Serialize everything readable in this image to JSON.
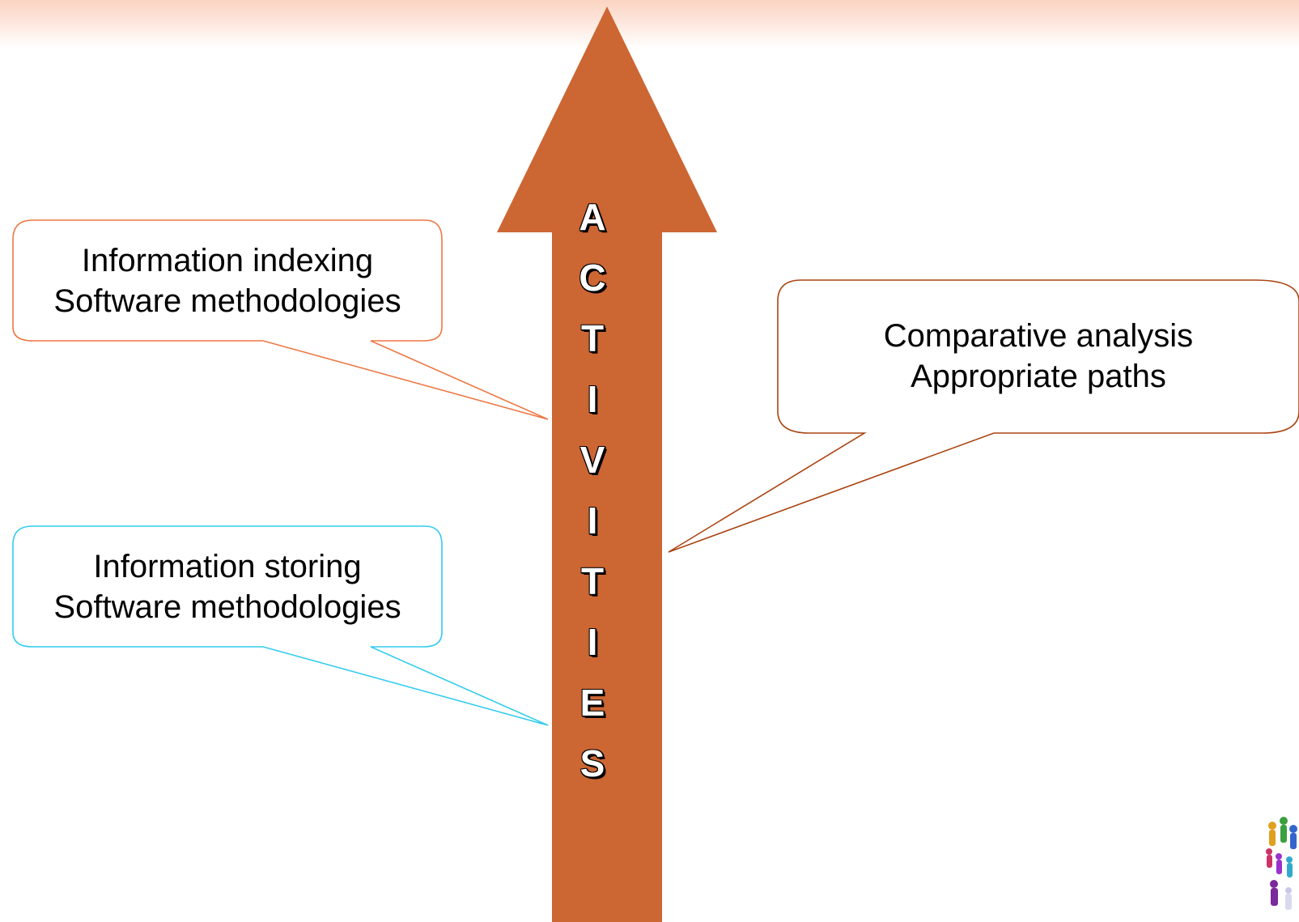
{
  "arrow": {
    "letters": [
      "A",
      "C",
      "T",
      "I",
      "V",
      "I",
      "T",
      "I",
      "E",
      "S"
    ],
    "color": "#cc6633"
  },
  "callouts": {
    "indexing": {
      "lines": [
        "Information indexing",
        "Software methodologies"
      ],
      "border_color": "#ee7744"
    },
    "storing": {
      "lines": [
        "Information storing",
        "Software methodologies"
      ],
      "border_color": "#33ccee"
    },
    "analysis": {
      "lines": [
        "Comparative analysis",
        "Appropriate paths"
      ],
      "border_color": "#aa4411"
    }
  },
  "decoration": {
    "top_band_color": "#fbd4c2",
    "logo_icon": "colorful-people-figures-icon"
  }
}
